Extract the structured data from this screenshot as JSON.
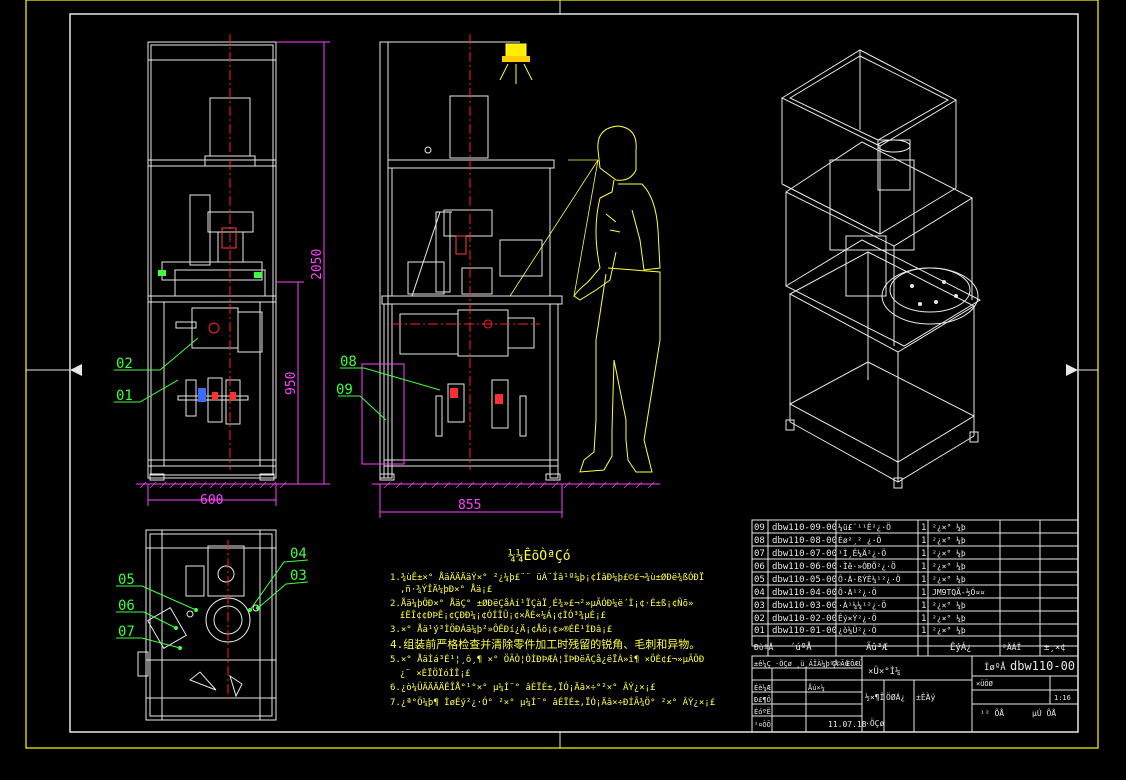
{
  "colors": {
    "background": "#000000",
    "border_yellow": "#ffff00",
    "line_white": "#e8e8e8",
    "line_red": "#ff2020",
    "leader_green": "#40ff40",
    "dim_magenta": "#ff40ff",
    "operator_yellow": "#ffff40",
    "part_gray": "#9a9a9a"
  },
  "dimensions": {
    "height_total": "2050",
    "height_table": "950",
    "width_front": "600",
    "width_side": "855"
  },
  "balloons": {
    "b01": "01",
    "b02": "02",
    "b03": "03",
    "b04": "04",
    "b05": "05",
    "b06": "06",
    "b07": "07",
    "b08": "08",
    "b09": "09"
  },
  "notes": {
    "title": "¼¼ÊõÒªÇó",
    "lines": [
      "1.¾ùÊ±×° ÅäÄÄÄäÝ×° ²¿¼þ£¨¨ üÀ¨Íâ¹º¼þ¡¢ÍâÐ­¼þ£©£¬¾ù±ØÐë¾ßÓÐÏ",
      ",ñ·¾ÝÎÄ¼þÐ×° Åä¡£",
      "2.Åä¼þÖÐ×° ÅäÇ° ±ØÐëÇåÀí¹ÏÇàÏ¸É¾»£¬²»µÃÓÐ¼ë´Ì¡¢·É±ß¡¢Ñõ»",
      "£ËÎ¢¢ÐÞÊ¡¢ÇÐÐ¼¡¢ÓÍÎÛ¡¢×ÅÉ«¼Á¡¢ÌÓ³¾µÈ¡£",
      "3.×° Åä¹ý³ÌÖÐÁã¼þ²»ÔÊÐí¿Ä¡¢Åö¡¢»®ÉË¹ÍÐâ¡£",
      "4.组装前严格检查并清除零件加工时残留的锐角、毛刺和异物。",
      "5.×° ÅäÌá³É¹¦¸ô¸¶ ×° ÖÃÒ¦ÒÌÐÞÆÀ¦ÌÞÐëÄÇå¿ëÏÀ»î¶ ×ÖÈ¢£¬»µÃÖÐ",
      "¿¨ ×ÈÏÖÏóÌÎ¡£",
      "6.¿ò¼ÜÄÄÄÄÊÎÅ°¹°×° µ¼Í¨° âÉÏÈ±,ÏÓ¡Äâ×÷°²×° ÂÝ¿×¡£",
      "7.¿ª°Ö¼þ¶ ÌøÉý²¿·Ó° ²×° µ¼Í¨° âÉÏÈ±,ÏÓ¡Äâ×÷ÐÍÃ¾Ö° ²×° ÂÝ¿×¡£"
    ]
  },
  "bom": {
    "rows": [
      {
        "seq": "09",
        "code": "dbw110-09-00",
        "name": "¼ü£¨¹¹Ê²¿·Ö",
        "qty": "1",
        "remark": "²¿×° ¼þ"
      },
      {
        "seq": "08",
        "code": "dbw110-08-00",
        "name": "Éø²¸² ¿·Ö",
        "qty": "1",
        "remark": "²¿×° ¼þ"
      },
      {
        "seq": "07",
        "code": "dbw110-07-00",
        "name": "¹Ì¸Ê¼Ä²¿·Ö",
        "qty": "1",
        "remark": "²¿×° ¼þ"
      },
      {
        "seq": "06",
        "code": "dbw110-06-00",
        "name": "·Ìê·»ÓÐÕ²¿·Ö",
        "qty": "1",
        "remark": "²¿×° ¼þ"
      },
      {
        "seq": "05",
        "code": "dbw110-05-00",
        "name": "Ô·À·ßÝÈ¼¹²¿·Ö",
        "qty": "1",
        "remark": "²¿×° ¼þ"
      },
      {
        "seq": "04",
        "code": "dbw110-04-00",
        "name": "Ô·À¹²¿·Ö",
        "qty": "1",
        "remark": "JM9TQÃ-½Ó¤¤"
      },
      {
        "seq": "03",
        "code": "dbw110-03-00",
        "name": "·À¹¼¼¹²¿·Ö",
        "qty": "1",
        "remark": "²¿×° ¼þ"
      },
      {
        "seq": "02",
        "code": "dbw110-02-00",
        "name": "Êý×Ý²¿·Ö",
        "qty": "1",
        "remark": "²¿×° ¼þ"
      },
      {
        "seq": "01",
        "code": "dbw110-01-00",
        "name": "¿ò¼Ü²¿·Ö",
        "qty": "1",
        "remark": "²¿×° ¼þ"
      }
    ],
    "header": {
      "seq": "ÐòºÅ",
      "code": "´úºÅ",
      "name": "Ãû³Æ",
      "qty": "ÊýÁ¿",
      "remark": "±¸×¢",
      "material": "²ÄÁÏ"
    }
  },
  "titleblock": {
    "drawing_no": "dbw110-00",
    "drawing_no_label": "ÍøºÅ",
    "scale": "1:16",
    "date": "11.07.18",
    "labels_left": [
      "±ê¼Ç",
      "Éè¼Æ",
      "Ð£¶Ô",
      "ÉóºË",
      "¹¤ÒÕ",
      "Åú×¼"
    ],
    "labels_mid": [
      "·ÖÇø",
      "¸ü¸ÄÎÄ¼þºÅ",
      "Ç©Ãû",
      "ÈÕÆÚ"
    ],
    "sheet_label": "×Ü×°Í¼",
    "row_a": "·ÖÇø",
    "row_b": "½×¶Î",
    "row_c": "ÖØÁ¿",
    "row_d": "±ÈÀý",
    "total_label": "¹²  ÕÅ",
    "page_label": "µÚ  ÕÅ",
    "extra": "×ÜÖØ"
  }
}
